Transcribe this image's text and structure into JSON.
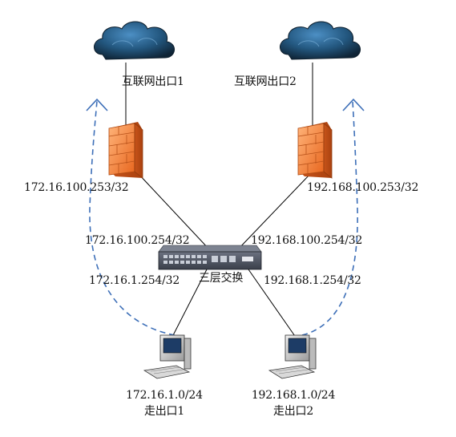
{
  "diagram": {
    "clouds": [
      {
        "id": "cloud-1",
        "label": "互联网出口1"
      },
      {
        "id": "cloud-2",
        "label": "互联网出口2"
      }
    ],
    "firewalls": [
      {
        "id": "firewall-1",
        "ip": "172.16.100.253/32"
      },
      {
        "id": "firewall-2",
        "ip": "192.168.100.253/32"
      }
    ],
    "switch": {
      "label": "三层交换",
      "ports": {
        "uplink_left": "172.16.100.254/32",
        "uplink_right": "192.168.100.254/32",
        "downlink_left": "172.16.1.254/32",
        "downlink_right": "192.168.1.254/32"
      }
    },
    "hosts": [
      {
        "id": "host-1",
        "subnet": "172.16.1.0/24",
        "route": "走出口1"
      },
      {
        "id": "host-2",
        "subnet": "192.168.1.0/24",
        "route": "走出口2"
      }
    ],
    "colors": {
      "cloud_dark": "#1b3a55",
      "cloud_mid": "#2f6fa0",
      "firewall_orange": "#f07a2a",
      "firewall_light": "#f8b27a",
      "switch_body": "#3a3f4a",
      "dashed_arrow": "#3d6fb8",
      "link": "#000000"
    }
  }
}
